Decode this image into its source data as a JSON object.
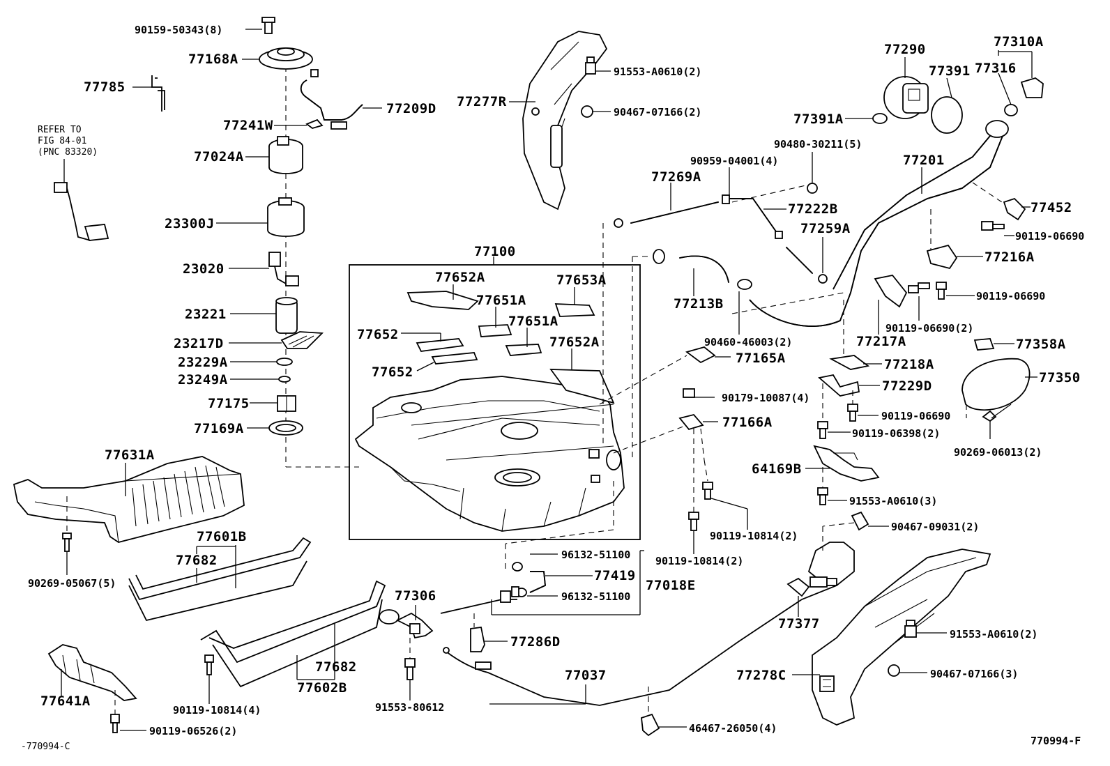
{
  "labels": {
    "p90159_50343": "90159-50343(8)",
    "p77168A": "77168A",
    "p77785": "77785",
    "p77241W": "77241W",
    "p77209D": "77209D",
    "p77024A": "77024A",
    "refer1": "REFER TO",
    "refer2": "FIG 84-01",
    "refer3": "(PNC 83320)",
    "p23300J": "23300J",
    "p23020": "23020",
    "p23221": "23221",
    "p23217D": "23217D",
    "p23229A": "23229A",
    "p23249A": "23249A",
    "p77175": "77175",
    "p77169A": "77169A",
    "p77631A": "77631A",
    "p90269_05067": "90269-05067(5)",
    "p77601B": "77601B",
    "p77682a": "77682",
    "p77641A": "77641A",
    "p90119_06526": "90119-06526(2)",
    "code_left": "-770994-C",
    "p90119_10814_4": "90119-10814(4)",
    "p77682b": "77682",
    "p77602B": "77602B",
    "p77306": "77306",
    "p91553_80612": "91553-80612",
    "p77277R": "77277R",
    "p91553_A0610_2a": "91553-A0610(2)",
    "p90467_07166_2": "90467-07166(2)",
    "p77100": "77100",
    "p77652A_1": "77652A",
    "p77653A": "77653A",
    "p77651A_1": "77651A",
    "p77651A_2": "77651A",
    "p77652_1": "77652",
    "p77652A_2": "77652A",
    "p77652_2": "77652",
    "p77269A": "77269A",
    "p90959_04001": "90959-04001(4)",
    "p90480_30211": "90480-30211(5)",
    "p77222B": "77222B",
    "p77259A": "77259A",
    "p77213B": "77213B",
    "p90460_46003": "90460-46003(2)",
    "p77165A": "77165A",
    "p90179_10087": "90179-10087(4)",
    "p77166A": "77166A",
    "p90119_10814_2a": "90119-10814(2)",
    "p90119_10814_2b": "90119-10814(2)",
    "p96132_51100a": "96132-51100",
    "p77419": "77419",
    "p77018E": "77018E",
    "p96132_51100b": "96132-51100",
    "p77286D": "77286D",
    "p77037": "77037",
    "p46467_26050": "46467-26050(4)",
    "p77290": "77290",
    "p77310A": "77310A",
    "p77391": "77391",
    "p77316": "77316",
    "p77391A": "77391A",
    "p77201": "77201",
    "p77452": "77452",
    "p90119_06690a": "90119-06690",
    "p77216A": "77216A",
    "p90119_06690b": "90119-06690",
    "p90119_06690_2": "90119-06690(2)",
    "p77217A": "77217A",
    "p77358A": "77358A",
    "p77218A": "77218A",
    "p77350": "77350",
    "p77229D": "77229D",
    "p90119_06690c": "90119-06690",
    "p90119_06398": "90119-06398(2)",
    "p90269_06013": "90269-06013(2)",
    "p64169B": "64169B",
    "p91553_A0610_3": "91553-A0610(3)",
    "p90467_09031": "90467-09031(2)",
    "p77377": "77377",
    "p91553_A0610_2b": "91553-A0610(2)",
    "p77278C": "77278C",
    "p90467_07166_3": "90467-07166(3)",
    "code_right": "770994-F"
  }
}
